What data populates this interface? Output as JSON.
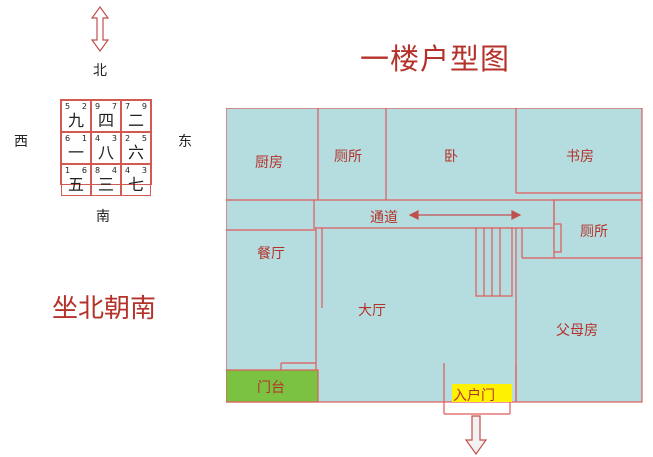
{
  "title": "一楼户型图",
  "subtitle": "坐北朝南",
  "compass": {
    "north": "北",
    "south": "南",
    "west": "西",
    "east": "东"
  },
  "nine_grid": [
    {
      "main": "九",
      "left": "5",
      "right": "2"
    },
    {
      "main": "四",
      "left": "9",
      "right": "7"
    },
    {
      "main": "二",
      "left": "7",
      "right": "9"
    },
    {
      "main": "一",
      "left": "6",
      "right": "1"
    },
    {
      "main": "八",
      "left": "4",
      "right": "3"
    },
    {
      "main": "六",
      "left": "2",
      "right": "5"
    },
    {
      "main": "五",
      "left": "1",
      "right": "6"
    },
    {
      "main": "三",
      "left": "8",
      "right": "4"
    },
    {
      "main": "七",
      "left": "4",
      "right": "3"
    }
  ],
  "rooms": {
    "kitchen": "厨房",
    "toilet_top": "厕所",
    "bedroom": "卧",
    "study": "书房",
    "corridor": "通道",
    "toilet_right": "厕所",
    "dining": "餐厅",
    "living": "大厅",
    "parents_room": "父母房",
    "balcony": "门台",
    "entrance": "入户门"
  },
  "colors": {
    "room_fill": "#b5dde0",
    "wall": "#e05a5a",
    "balcony_fill": "#7cc242",
    "entrance_fill": "#fff200",
    "text": "#b5322b"
  }
}
